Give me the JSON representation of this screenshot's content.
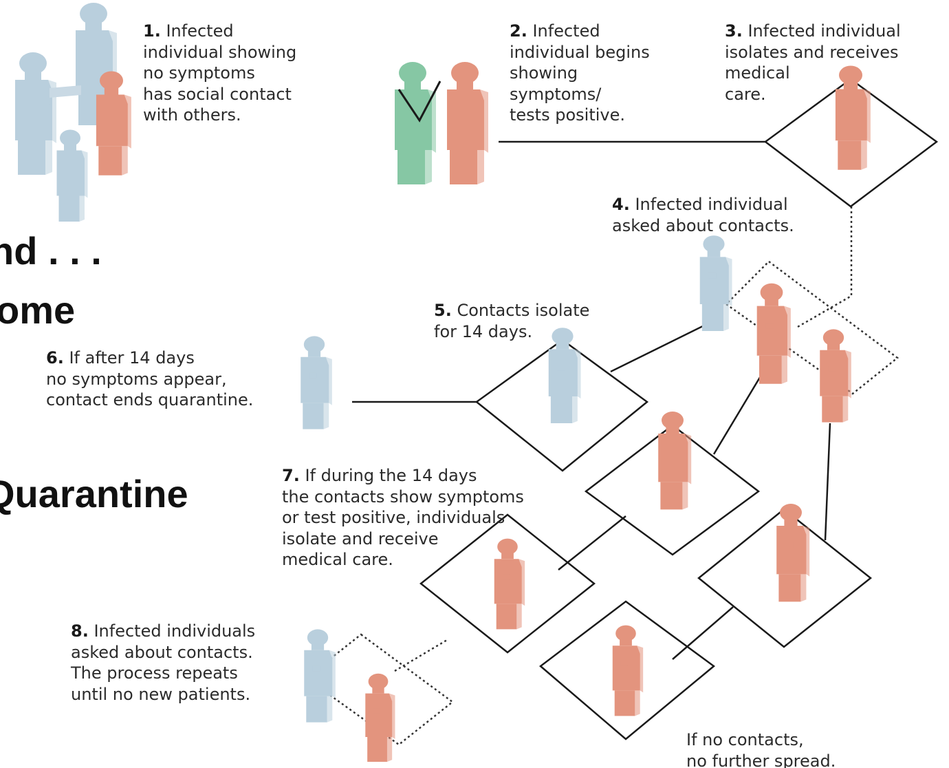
{
  "background_slide": {
    "fragments": [
      "nd . . .",
      "ome",
      "Quarantine"
    ]
  },
  "colors": {
    "infected": "#e3947e",
    "contact": "#b9cfdd",
    "health_worker": "#86c7a4",
    "line": "#1a1a1a",
    "text": "#2b2b2b"
  },
  "steps": [
    {
      "num": "1.",
      "text": "Infected\nindividual showing\nno symptoms\nhas social contact\nwith others."
    },
    {
      "num": "2.",
      "text": "Infected\nindividual begins\nshowing\nsymptoms/\ntests positive."
    },
    {
      "num": "3.",
      "text": "Infected individual\nisolates and receives\nmedical\ncare."
    },
    {
      "num": "4.",
      "text": "Infected individual\nasked about contacts."
    },
    {
      "num": "5.",
      "text": "Contacts isolate\nfor 14 days."
    },
    {
      "num": "6.",
      "text": "If after 14 days\nno symptoms appear,\ncontact ends quarantine."
    },
    {
      "num": "7.",
      "text": "If during the 14 days\nthe contacts show symptoms\nor test positive, individuals\nisolate and receive\nmedical care."
    },
    {
      "num": "8.",
      "text": "Infected individuals\nasked about contacts.\nThe process repeats\nuntil no new patients."
    }
  ],
  "end_note": "If no contacts,\nno further spread."
}
